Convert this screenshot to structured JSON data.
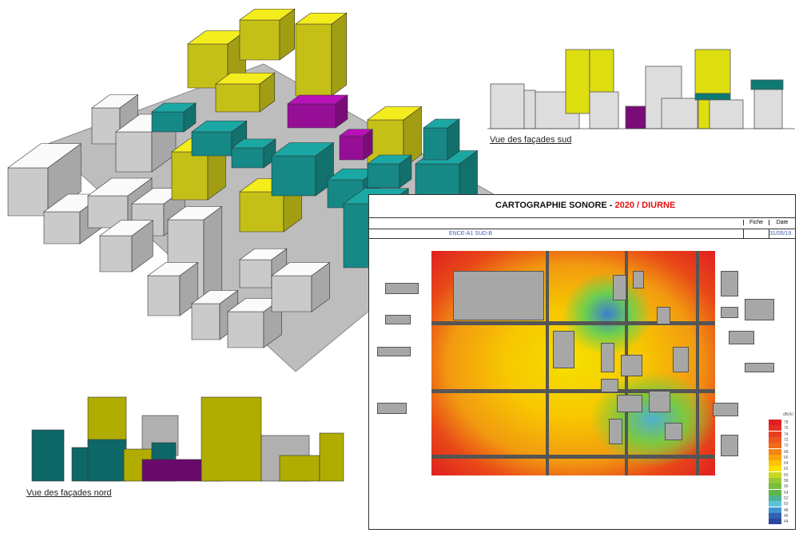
{
  "captions": {
    "south": "Vue des façades sud",
    "north": "Vue des façades nord"
  },
  "map": {
    "title_main": "CARTOGRAPHIE SONORE - ",
    "title_highlight": "2020 / DIURNE",
    "col_fiche": "Fiche",
    "col_date": "Date",
    "zone": "ENCE-A1 SUD-B",
    "date": "31/05/19",
    "legend_unit": "dB(A)",
    "legend": [
      {
        "v": "78",
        "c": "#e02020"
      },
      {
        "v": "76",
        "c": "#e42e20"
      },
      {
        "v": "74",
        "c": "#e83e1e"
      },
      {
        "v": "72",
        "c": "#ec561c"
      },
      {
        "v": "70",
        "c": "#f06a18"
      },
      {
        "v": "68",
        "c": "#f48414"
      },
      {
        "v": "66",
        "c": "#f8a40c"
      },
      {
        "v": "64",
        "c": "#fcc404"
      },
      {
        "v": "62",
        "c": "#f8e000"
      },
      {
        "v": "60",
        "c": "#c8d820"
      },
      {
        "v": "58",
        "c": "#98c838"
      },
      {
        "v": "56",
        "c": "#78bc40"
      },
      {
        "v": "54",
        "c": "#60b448"
      },
      {
        "v": "52",
        "c": "#50b098"
      },
      {
        "v": "50",
        "c": "#5cc4d8"
      },
      {
        "v": "48",
        "c": "#4094d0"
      },
      {
        "v": "46",
        "c": "#3460b0"
      },
      {
        "v": "44",
        "c": "#2c48a0"
      }
    ]
  },
  "colors": {
    "yellow": "#e8e21c",
    "teal": "#1aa09c",
    "white": "#eeeeee",
    "magenta": "#b010b0"
  }
}
